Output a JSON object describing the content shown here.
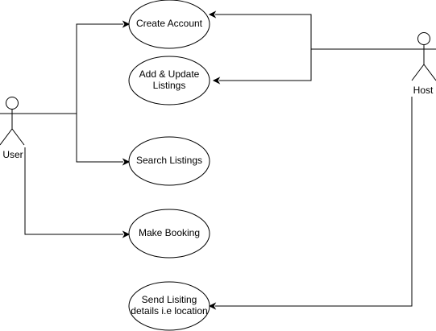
{
  "actors": {
    "user": {
      "label": "User"
    },
    "host": {
      "label": "Host"
    }
  },
  "use_cases": {
    "create_account": {
      "label": "Create Account"
    },
    "add_update_listings": {
      "line1": "Add & Update",
      "line2": "Listings"
    },
    "search_listings": {
      "label": "Search Listings"
    },
    "make_booking": {
      "label": "Make Booking"
    },
    "send_listing_details": {
      "line1": "Send Lisiting",
      "line2": "details i.e location"
    }
  }
}
